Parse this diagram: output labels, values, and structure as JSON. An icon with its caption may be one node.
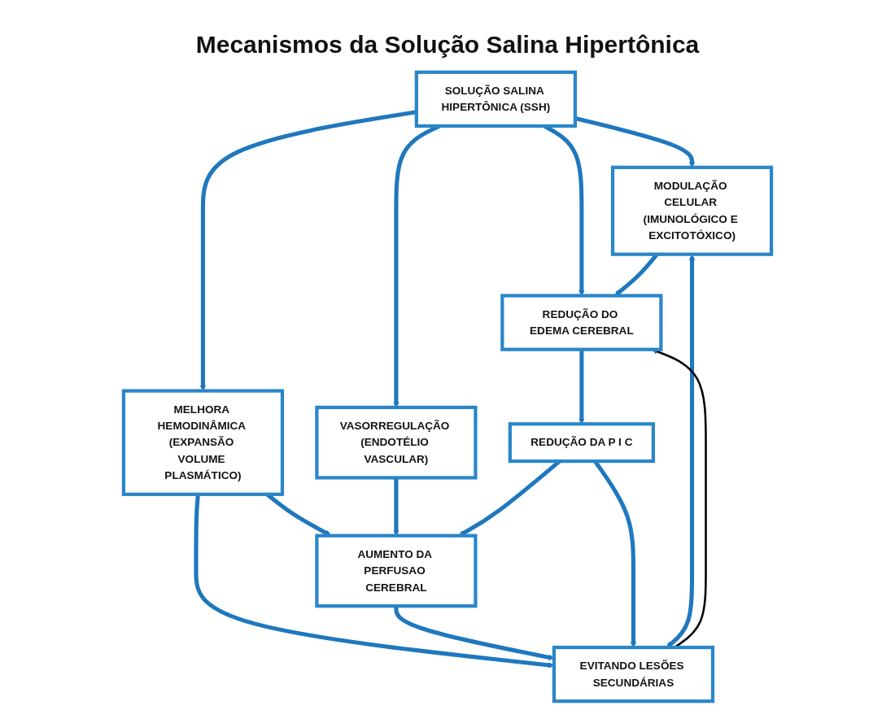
{
  "diagram": {
    "title": "Mecanismos da Solução Salina Hipertônica",
    "nodes": [
      {
        "text": [
          "SOLUÇÃO SALINA HIPERTÔNICA (SSH)"
        ]
      },
      {
        "text": [
          "MELHORA HEMODINÂMICA (EXPANSÃO VOLUME PLASMÁTICO)"
        ]
      },
      {
        "text": [
          "VASORREGULAÇÃO (ENDOTÉLIO VASCULAR)"
        ]
      },
      {
        "text": [
          "REDUÇÃO DO EDEMA CEREBRAL"
        ]
      },
      {
        "text": [
          "MODULAÇÃO CELULAR (IMUNOLÓGICO E EXCITOTÓXICO)"
        ]
      },
      {
        "text": [
          "AUMENTO DA PERFUSAO CEREBRAL"
        ]
      },
      {
        "text": [
          "REDUÇÃO DA P I C"
        ]
      },
      {
        "text": [
          "EVITANDO LESÕES SECUNDÁRIAS"
        ]
      }
    ],
    "edges": [
      {
        "from": 0,
        "to": 1,
        "arrow": "to"
      },
      {
        "from": 0,
        "to": 2,
        "arrow": "to"
      },
      {
        "from": 0,
        "to": 3,
        "arrow": "to"
      },
      {
        "from": 0,
        "to": 4,
        "arrow": "to"
      },
      {
        "from": 4,
        "to": 3,
        "arrow": "to"
      },
      {
        "from": 1,
        "to": 5,
        "arrow": "to"
      },
      {
        "from": 1,
        "to": 7,
        "arrow": "to"
      },
      {
        "from": 2,
        "to": 5,
        "arrow": "to"
      },
      {
        "from": 3,
        "to": 6,
        "arrow": "to"
      },
      {
        "from": 6,
        "to": 5,
        "arrow": "to"
      },
      {
        "from": 5,
        "to": 7,
        "arrow": "to"
      },
      {
        "from": 6,
        "to": 7,
        "arrow": "to"
      },
      {
        "from": 4,
        "to": 7,
        "arrow": "both"
      },
      {
        "from": 7,
        "to": 3,
        "arrow": "to",
        "color": "#000000"
      }
    ]
  }
}
